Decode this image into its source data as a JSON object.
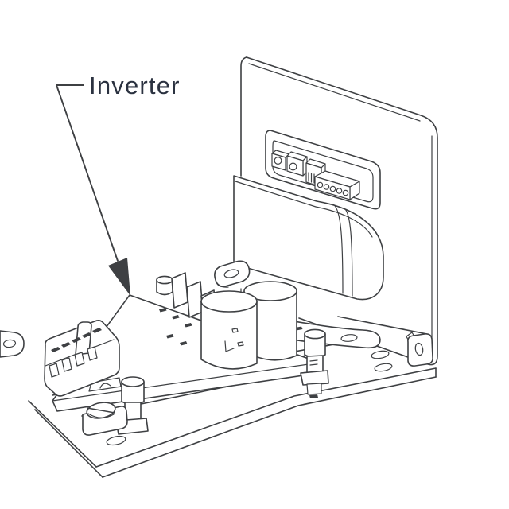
{
  "diagram": {
    "label": "Inverter",
    "figure": "inverter-module-line-art",
    "colors": {
      "paper": "#ffffff",
      "line": "#3e4043",
      "label": "#2b3240"
    },
    "parts": [
      "back-panel",
      "connector-frame",
      "terminal-strip",
      "cover",
      "cover-foot-bracket",
      "base-plate",
      "flange-arm",
      "mounting-tab",
      "pcb",
      "terminal-block",
      "film-capacitors",
      "capacitor-rear",
      "capacitor-front",
      "standoff-right",
      "standoff-left",
      "screw-left"
    ]
  }
}
